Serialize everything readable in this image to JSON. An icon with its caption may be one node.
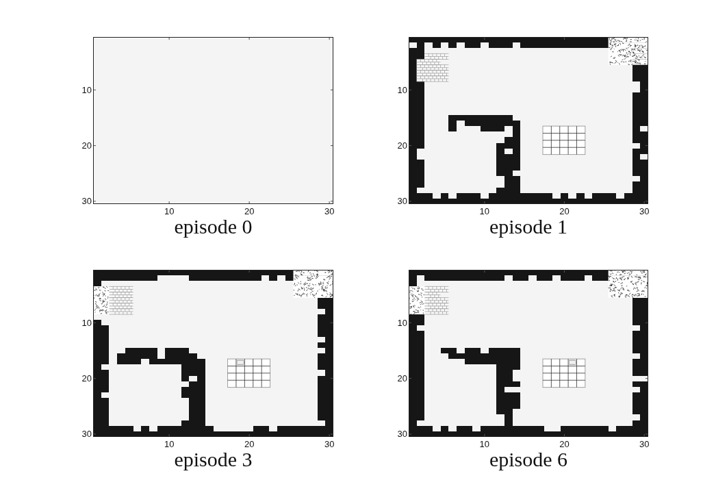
{
  "diagram": {
    "labels": [
      "10",
      "20",
      "30",
      "10",
      "20",
      "30",
      "episode 0",
      "10",
      "20",
      "30",
      "10",
      "20",
      "30",
      "episode 1",
      "10",
      "20",
      "30",
      "10",
      "20",
      "30",
      "episode 3",
      "10",
      "20",
      "30",
      "10",
      "20",
      "30",
      "episode 6"
    ]
  }
}
